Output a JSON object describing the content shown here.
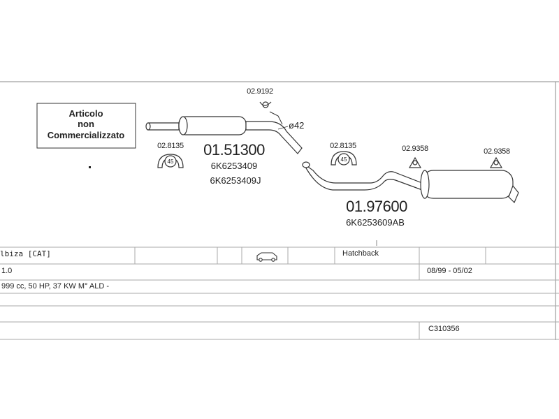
{
  "notice": {
    "line1": "Articolo",
    "line2": "non",
    "line3": "Commercializzato"
  },
  "parts": {
    "main1": {
      "number": "01.51300",
      "oe1": "6K6253409",
      "oe2": "6K6253409J"
    },
    "main2": {
      "number": "01.97600",
      "oe1": "6K6253609AB"
    },
    "hangers": {
      "left": {
        "ref": "02.8135",
        "size": "45"
      },
      "mid": {
        "ref": "02.8135",
        "size": "45"
      },
      "top": {
        "ref": "02.9192"
      },
      "rear1": {
        "ref": "02.9358"
      },
      "rear2": {
        "ref": "02.9358"
      }
    },
    "diameter": "ø42"
  },
  "table": {
    "model": "lbiza  [CAT]",
    "body": "Hatchback",
    "engine": "1.0",
    "years": "08/99 - 05/02",
    "spec": "999 cc, 50 HP, 37 KW M° ALD -",
    "code": "C310356"
  },
  "icons": {
    "vehicle": "car-icon"
  }
}
